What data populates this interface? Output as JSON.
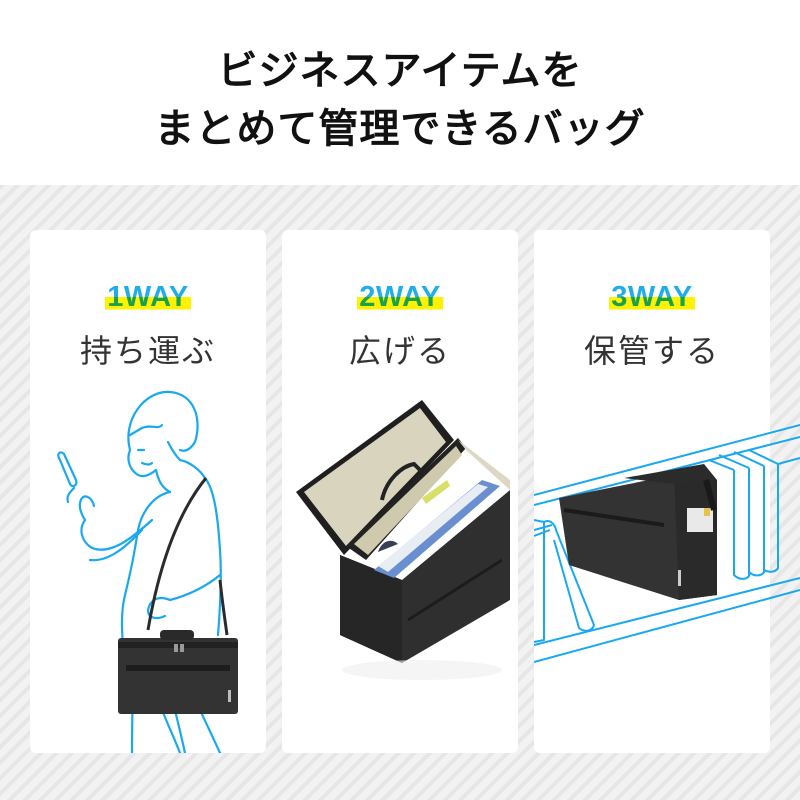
{
  "headline": {
    "line1": "ビジネスアイテムを",
    "line2": "まとめて管理できるバッグ"
  },
  "colors": {
    "accent_blue": "#1faeea",
    "accent_green": "#19a24b",
    "highlight_yellow": "#fff200",
    "line_art_blue": "#1aa8f0",
    "bag_charcoal": "#2e2e2e",
    "bag_lining_beige": "#ddd8c4"
  },
  "cards": [
    {
      "way": "1WAY",
      "title": "持ち運ぶ",
      "image": "man-carrying-bag-on-shoulder-illustration"
    },
    {
      "way": "2WAY",
      "title": "広げる",
      "image": "open-bag-with-files-photo"
    },
    {
      "way": "3WAY",
      "title": "保管する",
      "image": "bag-stored-on-bookshelf-illustration"
    }
  ]
}
